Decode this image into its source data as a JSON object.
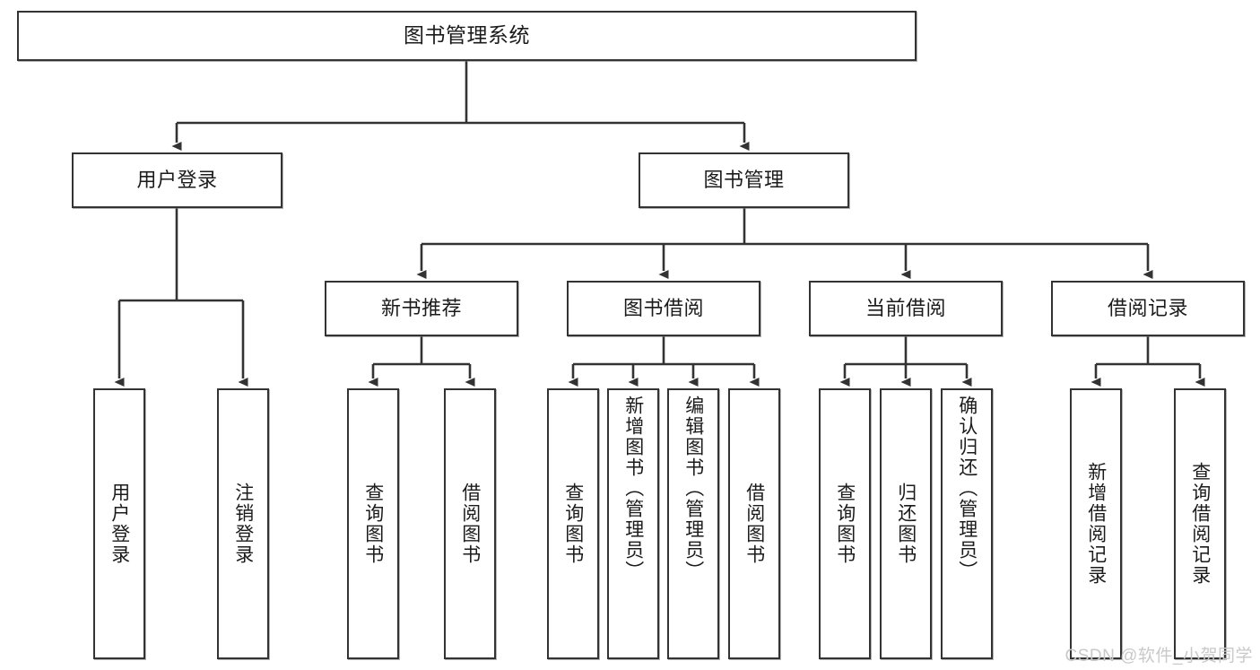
{
  "diagram": {
    "title": "图书管理系统",
    "type": "tree-hierarchy-chart",
    "orientation": "top-down",
    "watermark": "CSDN @软件_小贺同学",
    "colors": {
      "node_border": "#333333",
      "node_fill": "#ffffff",
      "edge": "#333333",
      "text": "#1b1b1b",
      "watermark": "#c9c9c9"
    }
  },
  "nodes": {
    "root": {
      "label": "图书管理系统"
    },
    "level2": [
      {
        "id": "user-login",
        "label": "用户登录"
      },
      {
        "id": "book-manage",
        "label": "图书管理"
      }
    ],
    "level3": [
      {
        "id": "new-book-recommend",
        "label": "新书推荐"
      },
      {
        "id": "book-borrow",
        "label": "图书借阅"
      },
      {
        "id": "current-borrow",
        "label": "当前借阅"
      },
      {
        "id": "borrow-record",
        "label": "借阅记录"
      }
    ],
    "leaves": {
      "user_login": [
        {
          "id": "leaf-user-login",
          "label": "用户登录"
        },
        {
          "id": "leaf-logout-login",
          "label": "注销登录"
        }
      ],
      "new_book_recommend": [
        {
          "id": "leaf-query-book-1",
          "label": "查询图书"
        },
        {
          "id": "leaf-borrow-book-1",
          "label": "借阅图书"
        }
      ],
      "book_borrow": [
        {
          "id": "leaf-query-book-2",
          "label": "查询图书"
        },
        {
          "id": "leaf-add-book-admin",
          "label": "新增图书（管理员）"
        },
        {
          "id": "leaf-edit-book-admin",
          "label": "编辑图书（管理员）"
        },
        {
          "id": "leaf-borrow-book-2",
          "label": "借阅图书"
        }
      ],
      "current_borrow": [
        {
          "id": "leaf-query-book-3",
          "label": "查询图书"
        },
        {
          "id": "leaf-return-book",
          "label": "归还图书"
        },
        {
          "id": "leaf-confirm-return-admin",
          "label": "确认归还（管理员）"
        }
      ],
      "borrow_record": [
        {
          "id": "leaf-add-borrow-record",
          "label": "新增借阅记录"
        },
        {
          "id": "leaf-query-borrow-record",
          "label": "查询借阅记录"
        }
      ]
    }
  }
}
